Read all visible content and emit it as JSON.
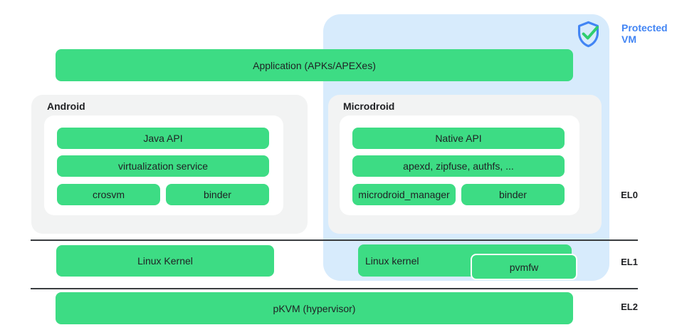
{
  "colors": {
    "bar_green": "#3ddc84",
    "panel_gray": "#f2f3f3",
    "protected_vm_blue": "#d7ebfc",
    "accent_blue": "#4285f4",
    "check_green": "#2fce6f",
    "text_dark": "#202124",
    "separator_line": "#3a3d40"
  },
  "protected_vm": {
    "label": "Protected VM"
  },
  "application": {
    "label": "Application (APKs/APEXes)"
  },
  "android": {
    "title": "Android",
    "bars": {
      "java_api": "Java API",
      "virtualization_service": "virtualization service",
      "crosvm": "crosvm",
      "binder": "binder"
    }
  },
  "microdroid": {
    "title": "Microdroid",
    "bars": {
      "native_api": "Native API",
      "apexd": "apexd, zipfuse, authfs, ...",
      "microdroid_manager": "microdroid_manager",
      "binder": "binder"
    }
  },
  "el1": {
    "linux_kernel_host": "Linux Kernel",
    "linux_kernel_guest": "Linux kernel",
    "pvmfw": "pvmfw"
  },
  "el2": {
    "pkvm": "pKVM (hypervisor)"
  },
  "exception_levels": {
    "el0": "EL0",
    "el1": "EL1",
    "el2": "EL2"
  }
}
